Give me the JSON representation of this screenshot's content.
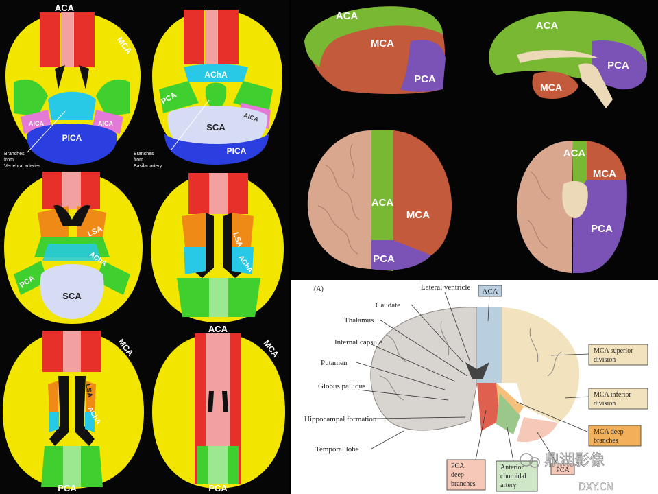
{
  "colors": {
    "aca_red": "#e8302a",
    "mca_yellow": "#f2e600",
    "pca_green": "#3fcf2e",
    "acha_cyan": "#27c9e6",
    "pica_blue": "#2b3fe0",
    "sca_lavender": "#d7dcf5",
    "lsa_orange": "#f08a17",
    "aica_magenta": "#e47ad8",
    "rt_aca_green": "#78b833",
    "rt_mca_red": "#c25a3b",
    "rt_pca_purple": "#7b52b5",
    "brain_pink": "#d9a68e",
    "box_blue": "#b9cfe0",
    "box_tan": "#f2e2bd",
    "box_orange": "#f2b05a",
    "box_pink": "#f5c8b8",
    "box_green": "#cfe6c7"
  },
  "left": {
    "s1": {
      "aca": "ACA",
      "mca": "MCA",
      "aica_l": "AICA",
      "aica_r": "AICA",
      "pica": "PICA",
      "branches_note": [
        "Branches",
        "from",
        "Vertebral arteries"
      ]
    },
    "s2": {
      "acha": "AChA",
      "pca": "PCA",
      "aica": "AICA",
      "sca": "SCA",
      "pica": "PICA",
      "branches_note": [
        "Branches",
        "from",
        "Basilar artery"
      ]
    },
    "s3": {
      "lsa": "LSA",
      "acha": "AChA",
      "pca": "PCA",
      "sca": "SCA"
    },
    "s5": {
      "mca": "MCA",
      "lsa": "LSA",
      "acha": "AChA",
      "pca": "PCA"
    },
    "s6": {
      "aca": "ACA",
      "mca": "MCA",
      "pca": "PCA"
    }
  },
  "right_top": {
    "lateral": {
      "aca": "ACA",
      "mca": "MCA",
      "pca": "PCA"
    },
    "medial": {
      "aca": "ACA",
      "pca": "PCA",
      "mca": "MCA"
    },
    "superior": {
      "aca": "ACA",
      "mca": "MCA",
      "pca": "PCA"
    },
    "inferior": {
      "aca": "ACA",
      "mca": "MCA",
      "pca": "PCA"
    }
  },
  "coronal": {
    "panel_label": "(A)",
    "left_labels": [
      "Caudate",
      "Thalamus",
      "Internal capsule",
      "Putamen",
      "Globus pallidus",
      "Hippocampal formation",
      "Temporal lobe"
    ],
    "lateral_ventricle": "Lateral ventricle",
    "boxes": {
      "aca": "ACA",
      "mca_sup": "MCA superior division",
      "mca_inf": "MCA inferior division",
      "mca_deep": "MCA deep branches",
      "pca_deep": "PCA deep branches",
      "ant_choroidal": "Anterior choroidal artery",
      "pca": "PCA"
    },
    "watermark": "鼎湖影像",
    "watermark_url": "DXY.CN"
  }
}
